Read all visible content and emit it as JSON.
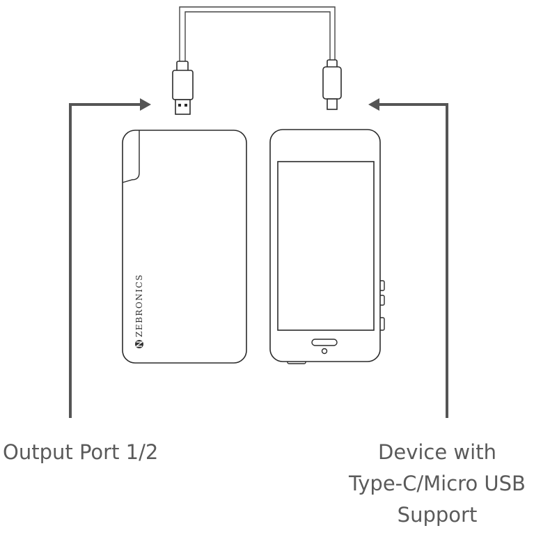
{
  "labels": {
    "output_port": "Output Port 1/2",
    "device_line1": "Device with",
    "device_line2": "Type-C/Micro USB",
    "device_line3": "Support"
  },
  "power_bank": {
    "brand": "ZEBRONICS"
  },
  "colors": {
    "stroke": "#2a2a2a",
    "arrow": "#555555",
    "text": "#5a5a5a"
  }
}
